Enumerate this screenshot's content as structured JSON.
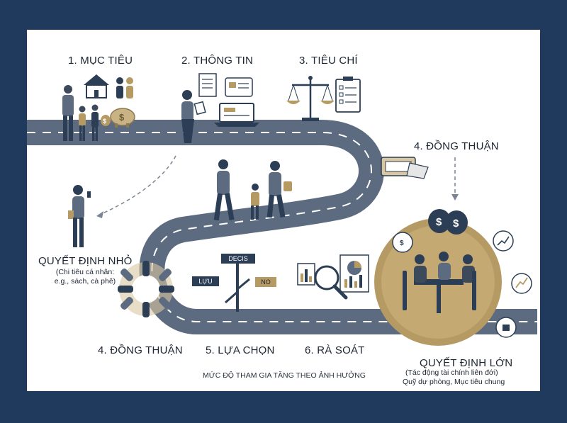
{
  "steps_top": [
    {
      "label": "1. MỤC TIÊU"
    },
    {
      "label": "2. THÔNG TIN"
    },
    {
      "label": "3. TIÊU CHÍ"
    },
    {
      "label": "4. ĐỒNG THUẬN"
    }
  ],
  "steps_bottom": [
    {
      "label": "4. ĐỒNG THUẬN"
    },
    {
      "label": "5. LỰA CHỌN"
    },
    {
      "label": "6. RÀ SOÁT"
    }
  ],
  "small_decision": {
    "title": "QUYẾT ĐỊNH NHỎ",
    "line1": "(Chi tiêu cá nhân:",
    "line2": "e.g., sách, cà phê)"
  },
  "big_decision": {
    "title": "QUYẾT ĐỊNH LỚN",
    "line1": "(Tác động tài chính liên đới)",
    "line2": "Quỹ dự phòng, Mục tiêu chung"
  },
  "signpost": {
    "top": "DECIS",
    "left": "LỰU",
    "right": "NO"
  },
  "footer": "MỨC ĐỘ THAM GIA TĂNG THEO ẢNH HƯỞNG",
  "colors": {
    "background": "#1f3a5c",
    "road": "#5c6b80",
    "gold": "#b59a63",
    "navy": "#2c3e55"
  }
}
